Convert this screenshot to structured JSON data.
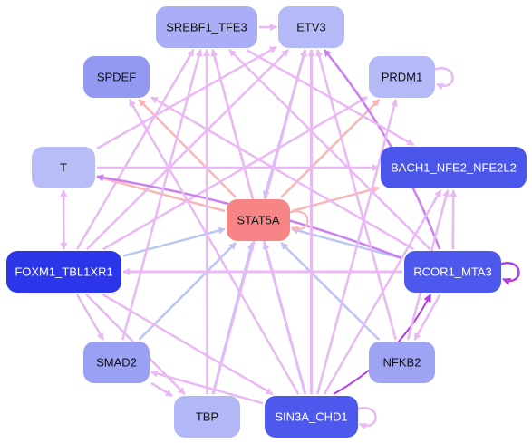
{
  "colors": {
    "edge_pink": "#e9b8f5",
    "edge_salmon": "#f8b6b6",
    "edge_blue": "#bcc6f5",
    "edge_purple": "#b43ee6",
    "edge_magenta": "#cc7ff0"
  },
  "nodes": [
    {
      "id": "srebf1_tfe3",
      "label": "SREBF1_TFE3",
      "fill": "#a9aef6",
      "text": "#111111"
    },
    {
      "id": "etv3",
      "label": "ETV3",
      "fill": "#b4b9f8",
      "text": "#111111"
    },
    {
      "id": "spdef",
      "label": "SPDEF",
      "fill": "#9399f0",
      "text": "#111111"
    },
    {
      "id": "prdm1",
      "label": "PRDM1",
      "fill": "#b4b9f8",
      "text": "#111111"
    },
    {
      "id": "t",
      "label": "T",
      "fill": "#b8bdf8",
      "text": "#111111"
    },
    {
      "id": "bach1",
      "label": "BACH1_NFE2_NFE2L2",
      "fill": "#4a55ea",
      "text": "#ffffff"
    },
    {
      "id": "stat5a",
      "label": "STAT5A",
      "fill": "#f88585",
      "text": "#111111"
    },
    {
      "id": "foxm1",
      "label": "FOXM1_TBL1XR1",
      "fill": "#2a36e8",
      "text": "#ffffff"
    },
    {
      "id": "rcor1",
      "label": "RCOR1_MTA3",
      "fill": "#4d58ec",
      "text": "#ffffff"
    },
    {
      "id": "smad2",
      "label": "SMAD2",
      "fill": "#9ba1f2",
      "text": "#111111"
    },
    {
      "id": "nfkb2",
      "label": "NFKB2",
      "fill": "#9ea4f3",
      "text": "#111111"
    },
    {
      "id": "tbp",
      "label": "TBP",
      "fill": "#b2b7f7",
      "text": "#111111"
    },
    {
      "id": "sin3a",
      "label": "SIN3A_CHD1",
      "fill": "#4d58ec",
      "text": "#ffffff"
    }
  ]
}
